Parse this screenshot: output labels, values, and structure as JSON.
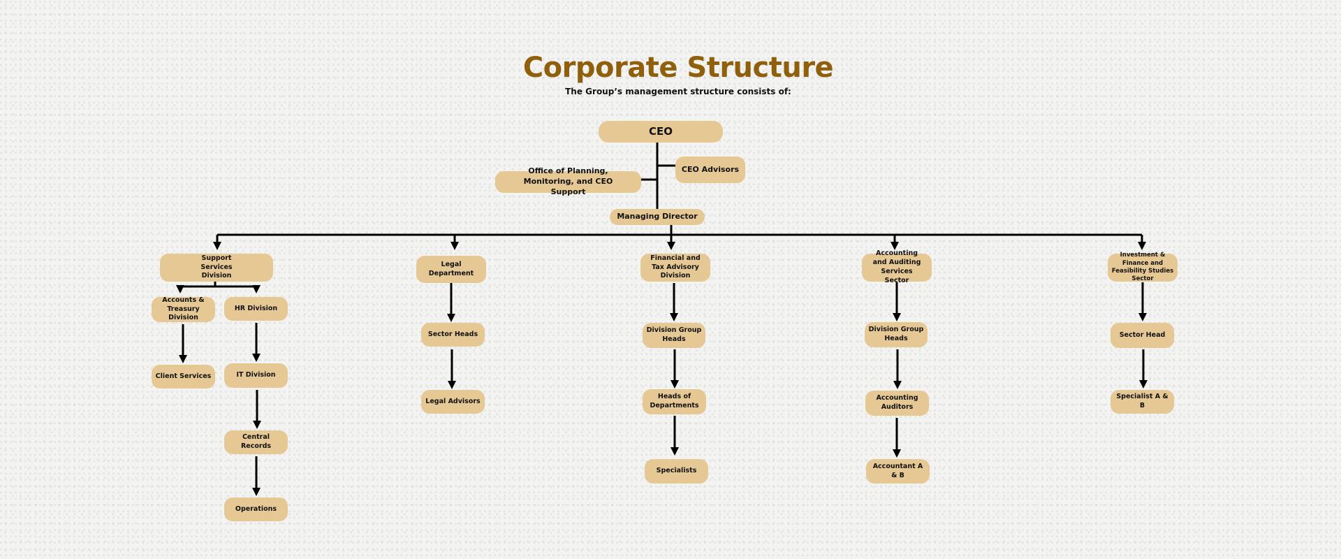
{
  "header": {
    "title": "Corporate Structure",
    "subtitle": "The Group’s management structure consists of:"
  },
  "colors": {
    "title": "#8f5f0c",
    "box": "#e6c894",
    "line": "#000000"
  },
  "org": {
    "ceo": "CEO",
    "ceo_advisors": "CEO Advisors",
    "office": "Office of Planning, Monitoring, and CEO Support",
    "managing_director": "Managing Director",
    "support": {
      "label": "Support Services Division",
      "accounts_treasury": "Accounts & Treasury Division",
      "client_services": "Client Services",
      "hr": "HR Division",
      "it": "IT Division",
      "central_records": "Central Records",
      "operations": "Operations"
    },
    "legal": {
      "label": "Legal Department",
      "children": [
        "Sector Heads",
        "Legal Advisors"
      ]
    },
    "financial": {
      "label": "Financial and Tax Advisory Division",
      "children": [
        "Division Group Heads",
        "Heads of Departments",
        "Specialists"
      ]
    },
    "accounting": {
      "label": "Accounting and Auditing Services Sector",
      "children": [
        "Division Group Heads",
        "Accounting Auditors",
        "Accountant A & B"
      ]
    },
    "investment": {
      "label": "Investment & Finance and Feasibility Studies Sector",
      "children": [
        "Sector Head",
        "Specialist A & B"
      ]
    }
  }
}
